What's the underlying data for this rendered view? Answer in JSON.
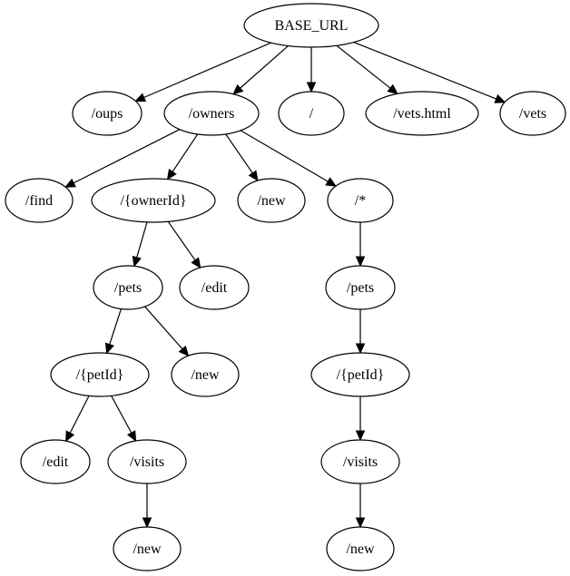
{
  "diagram": {
    "type": "tree",
    "nodes": [
      {
        "id": "base",
        "label": "BASE_URL"
      },
      {
        "id": "oups",
        "label": "/oups"
      },
      {
        "id": "owners",
        "label": "/owners"
      },
      {
        "id": "root",
        "label": "/"
      },
      {
        "id": "vets_html",
        "label": "/vets.html"
      },
      {
        "id": "vets",
        "label": "/vets"
      },
      {
        "id": "find",
        "label": "/find"
      },
      {
        "id": "ownerId",
        "label": "/{ownerId}"
      },
      {
        "id": "owners_new",
        "label": "/new"
      },
      {
        "id": "star",
        "label": "/*"
      },
      {
        "id": "pets1",
        "label": "/pets"
      },
      {
        "id": "owner_edit",
        "label": "/edit"
      },
      {
        "id": "pets2",
        "label": "/pets"
      },
      {
        "id": "petId1",
        "label": "/{petId}"
      },
      {
        "id": "pets_new",
        "label": "/new"
      },
      {
        "id": "petId2",
        "label": "/{petId}"
      },
      {
        "id": "pet_edit",
        "label": "/edit"
      },
      {
        "id": "visits1",
        "label": "/visits"
      },
      {
        "id": "visits2",
        "label": "/visits"
      },
      {
        "id": "visits1_new",
        "label": "/new"
      },
      {
        "id": "visits2_new",
        "label": "/new"
      }
    ],
    "edges": [
      [
        "base",
        "oups"
      ],
      [
        "base",
        "owners"
      ],
      [
        "base",
        "root"
      ],
      [
        "base",
        "vets_html"
      ],
      [
        "base",
        "vets"
      ],
      [
        "owners",
        "find"
      ],
      [
        "owners",
        "ownerId"
      ],
      [
        "owners",
        "owners_new"
      ],
      [
        "owners",
        "star"
      ],
      [
        "ownerId",
        "pets1"
      ],
      [
        "ownerId",
        "owner_edit"
      ],
      [
        "star",
        "pets2"
      ],
      [
        "pets1",
        "petId1"
      ],
      [
        "pets1",
        "pets_new"
      ],
      [
        "pets2",
        "petId2"
      ],
      [
        "petId1",
        "pet_edit"
      ],
      [
        "petId1",
        "visits1"
      ],
      [
        "petId2",
        "visits2"
      ],
      [
        "visits1",
        "visits1_new"
      ],
      [
        "visits2",
        "visits2_new"
      ]
    ]
  }
}
